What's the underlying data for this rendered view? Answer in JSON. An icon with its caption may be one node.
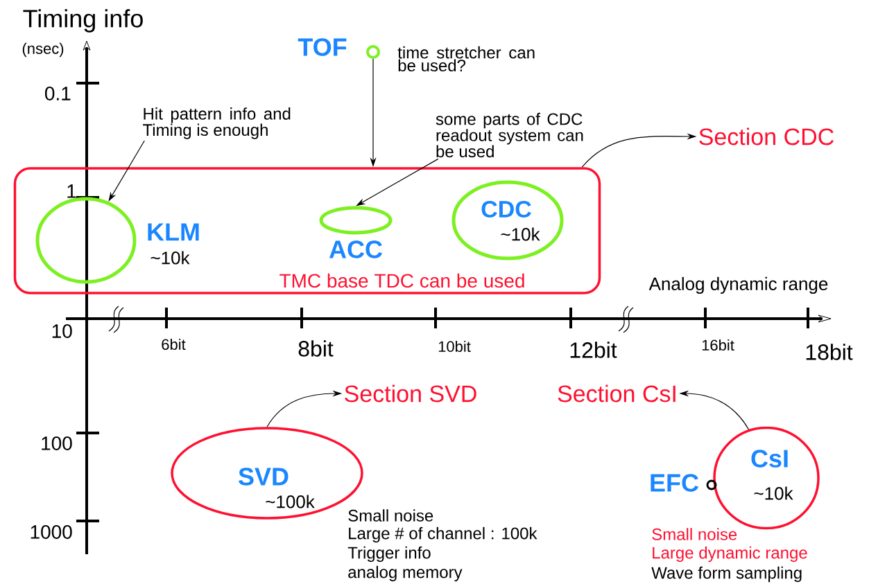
{
  "diagram": {
    "nodes": [
      {
        "text": [],
        "shape": "circle",
        "beside": [
          "TOF",
          "time stretcher can be used?"
        ]
      },
      {
        "text": [
          "TMC base TDC can be used"
        ]
      },
      {
        "text": [],
        "shape": "circle",
        "in": 1,
        "beside": [
          "KLM",
          "~10k"
        ]
      },
      {
        "text": [],
        "shape": "circle",
        "in": 1,
        "beside": [
          "ACC"
        ]
      },
      {
        "text": [
          "CDC",
          "~10k"
        ],
        "in": 1
      },
      {
        "text": [
          "Hit pattern info and Timing is enough"
        ]
      },
      {
        "text": [
          "some parts of CDC readout system can be used"
        ]
      },
      {
        "text": [
          "Section CDC"
        ]
      },
      {
        "text": [
          "Section SVD"
        ]
      },
      {
        "text": [
          "Section CsI"
        ]
      },
      {
        "text": [
          "SVD",
          "~100k"
        ]
      },
      {
        "text": [
          "CsI",
          "~10k"
        ]
      },
      {
        "text": [],
        "shape": "circle",
        "beside": [
          "EFC"
        ]
      }
    ],
    "edges": [
      {
        "from": 0,
        "to": 1,
        "arrow": "to"
      },
      {
        "from": 5,
        "to": 2,
        "arrow": "to"
      },
      {
        "from": 6,
        "to": 3,
        "arrow": "to"
      },
      {
        "from": 1,
        "to": 7,
        "arrow": "to"
      },
      {
        "from": 10,
        "to": 8,
        "arrow": "to"
      },
      {
        "from": 11,
        "to": 9,
        "arrow": "to"
      }
    ],
    "labels": [
      "Timing info",
      "(nsec)",
      "0.1",
      "1",
      "10",
      "100",
      "1000",
      "6bit",
      "8bit",
      "10bit",
      "12bit",
      "16bit",
      "18bit",
      "Analog dynamic range",
      "Small noise",
      "Large # of channel : 100k",
      "Trigger info",
      "analog memory",
      "Small noise",
      "Large dynamic range",
      "Wave form sampling"
    ]
  }
}
